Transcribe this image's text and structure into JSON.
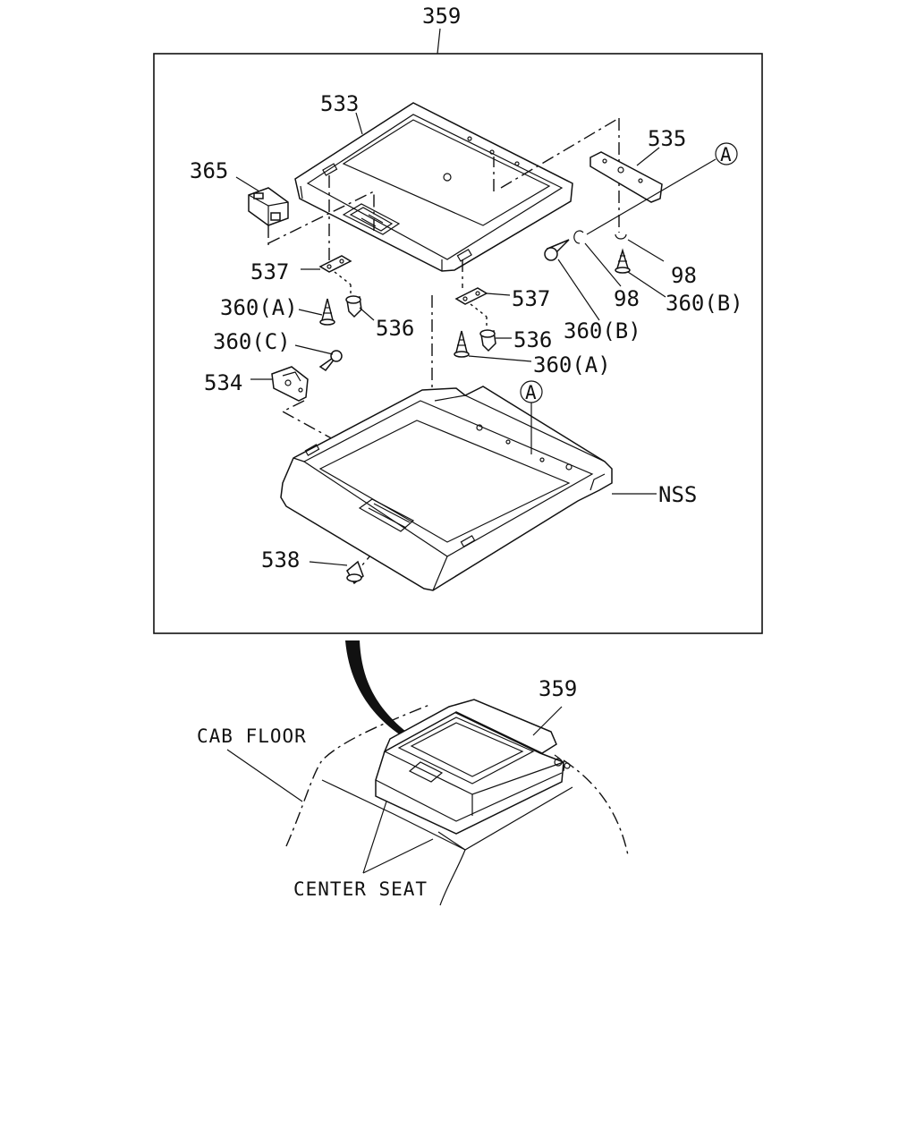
{
  "labels": {
    "assembly_top": "359",
    "p533": "533",
    "p535": "535",
    "p365": "365",
    "p537_left": "537",
    "p537_right": "537",
    "p360a_left": "360(A)",
    "p360a_right": "360(A)",
    "p536_left": "536",
    "p536_right": "536",
    "p360c": "360(C)",
    "p534": "534",
    "p360b_mid": "360(B)",
    "p360b_right": "360(B)",
    "p98_left": "98",
    "p98_right": "98",
    "nss": "NSS",
    "p538": "538",
    "assembly_inset": "359",
    "cab_floor": "CAB FLOOR",
    "center_seat": "CENTER SEAT"
  },
  "callouts": {
    "ref_a_top": "A",
    "ref_a_mid": "A"
  }
}
